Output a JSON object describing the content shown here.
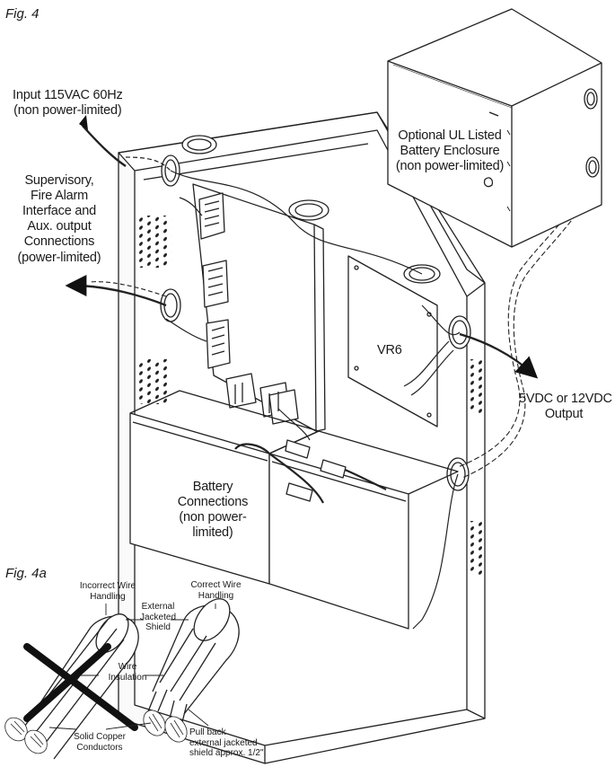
{
  "figures": {
    "fig4": "Fig. 4",
    "fig4a": "Fig. 4a"
  },
  "labels": {
    "input_power": [
      "Input 115VAC 60Hz",
      "(non power-limited)"
    ],
    "supervisory": [
      "Supervisory,",
      "Fire Alarm",
      "Interface and",
      "Aux. output",
      "Connections",
      "(power-limited)"
    ],
    "battery_enclosure": [
      "Optional UL Listed",
      "Battery Enclosure",
      "(non power-limited)"
    ],
    "vr6": "VR6",
    "output": [
      "5VDC or 12VDC",
      "Output"
    ],
    "battery_connections": [
      "Battery",
      "Connections",
      "(non power-",
      "limited)"
    ]
  },
  "wire_labels": {
    "incorrect": [
      "Incorrect Wire",
      "Handling"
    ],
    "correct": [
      "Correct Wire",
      "Handling"
    ],
    "external_shield": [
      "External",
      "Jacketed",
      "Shield"
    ],
    "wire_insulation": [
      "Wire",
      "Insulation"
    ],
    "solid_copper": [
      "Solid Copper",
      "Conductors"
    ],
    "pull_back": [
      "Pull back",
      "external jacketed",
      "shield approx. 1/2\"."
    ]
  }
}
